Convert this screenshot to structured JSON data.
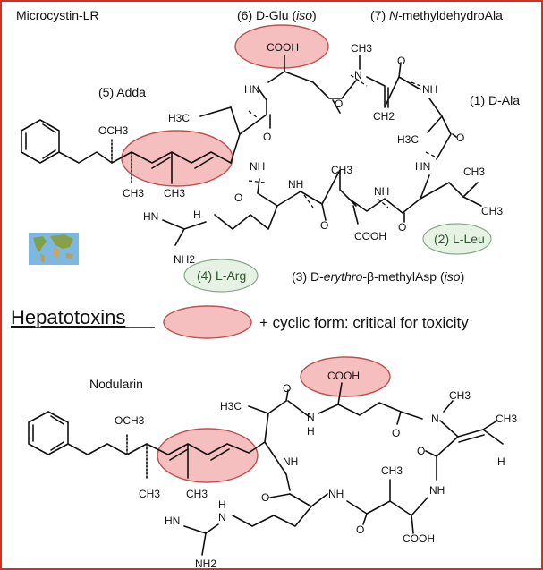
{
  "microcystin": {
    "title": "Microcystin-LR",
    "residue_6": {
      "prefix": "(6) D-Glu (",
      "italic": "iso",
      "suffix": ")"
    },
    "residue_7": {
      "prefix": "(7) ",
      "italic": "N",
      "suffix": "-methyldehydroAla"
    },
    "residue_5": "(5) Adda",
    "residue_1": "(1) D-Ala",
    "residue_2": "(2) L-Leu",
    "residue_4": "(4) L-Arg",
    "residue_3": {
      "prefix": "(3) D-",
      "italic1": "erythro",
      "mid": "-β-methylAsp (",
      "italic2": "iso",
      "suffix": ")"
    }
  },
  "hepatotoxins": {
    "title": "Hepatotoxins",
    "legend_text": "+ cyclic form: critical for toxicity",
    "highlight_color": "#f2a6a6",
    "frame_color": "#d0302a",
    "pill_color": "#e6f2e3"
  },
  "nodularin": {
    "title": "Nodularin"
  },
  "atoms": {
    "cooh": "COOH",
    "nh": "NH",
    "hn": "HN",
    "n": "N",
    "h": "H",
    "o": "O",
    "och3": "OCH3",
    "ch3": "CH3",
    "h3c": "H3C",
    "ch2": "CH2",
    "nh2": "NH2"
  },
  "icons": {
    "world_map": "world-map-icon"
  }
}
